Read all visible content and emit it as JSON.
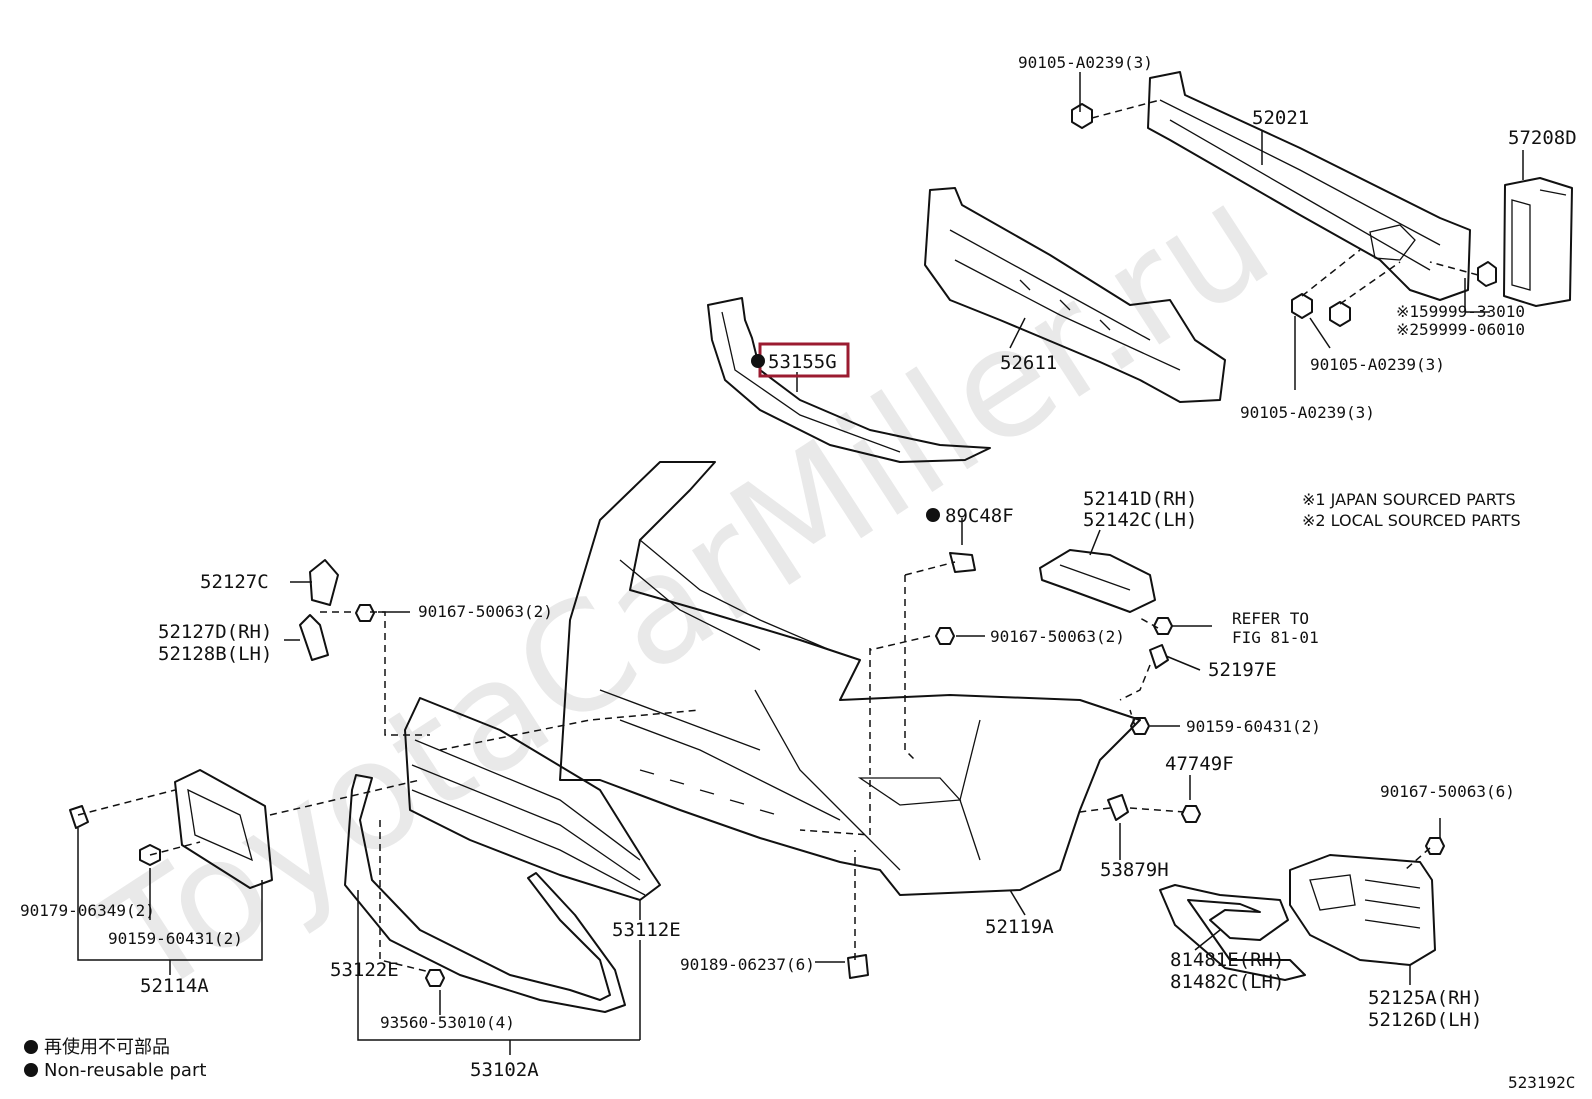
{
  "diagram": {
    "figure_number": "523192C",
    "watermark": "ToyotaCarMiller.ru",
    "highlighted_part": "53155G",
    "notes": {
      "japan": "※1 JAPAN SOURCED PARTS",
      "local": "※2 LOCAL SOURCED PARTS"
    },
    "legend": {
      "jp": "再使用不可部品",
      "en": "Non-reusable part"
    },
    "labels": {
      "p90105_top": "90105-A0239(3)",
      "p52021": "52021",
      "p57208d": "57208D",
      "p159999": "※159999-33010",
      "p259999": "※259999-06010",
      "p90105_mid": "90105-A0239(3)",
      "p90105_low": "90105-A0239(3)",
      "p52611": "52611",
      "p53155g": "53155G",
      "p89c48f": "89C48F",
      "p52141d": "52141D(RH)",
      "p52142c": "52142C(LH)",
      "refer1": "REFER TO",
      "refer2": "FIG 81-01",
      "p52127c": "52127C",
      "p52127d": "52127D(RH)",
      "p52128b": "52128B(LH)",
      "p90167_a": "90167-50063(2)",
      "p90167_b": "90167-50063(2)",
      "p52197e": "52197E",
      "p90159_a": "90159-60431(2)",
      "p47749f": "47749F",
      "p90167_c": "90167-50063(6)",
      "p53879h": "53879H",
      "p90179": "90179-06349(2)",
      "p90159_b": "90159-60431(2)",
      "p52114a": "52114A",
      "p53112e": "53112E",
      "p53122e": "53122E",
      "p90189": "90189-06237(6)",
      "p52119a": "52119A",
      "p81481e": "81481E(RH)",
      "p81482c": "81482C(LH)",
      "p52125a": "52125A(RH)",
      "p52126d": "52126D(LH)",
      "p93560": "93560-53010(4)",
      "p53102a": "53102A"
    }
  }
}
